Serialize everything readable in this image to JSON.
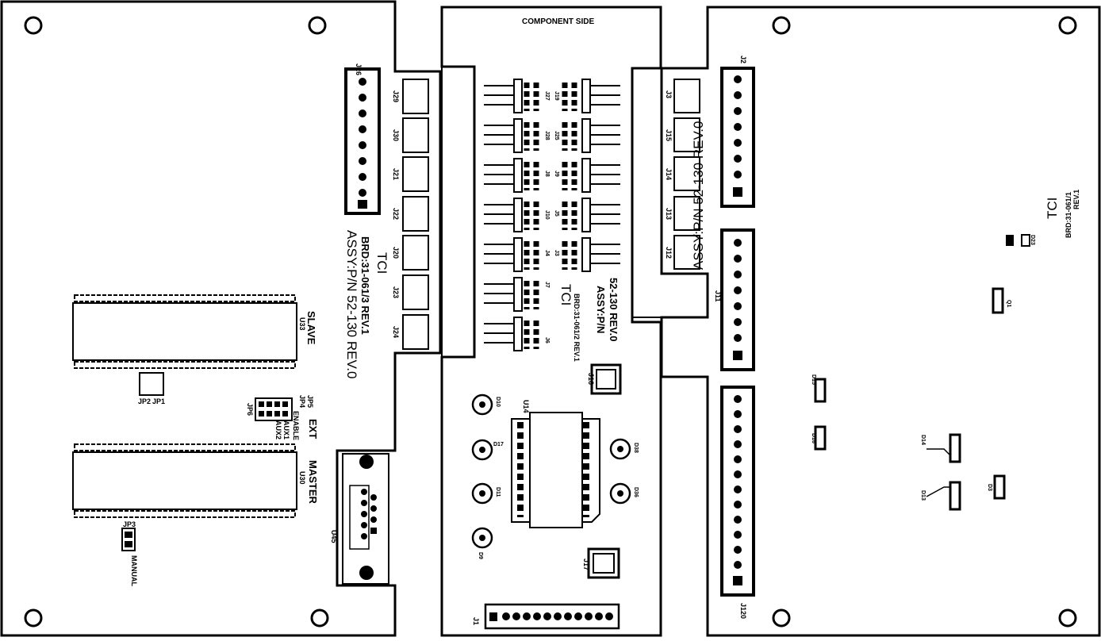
{
  "colors": {
    "ink": "#000000",
    "paper": "#ffffff"
  },
  "center_board": {
    "title": "COMPONENT SIDE",
    "tci": "TCI",
    "brd": "BRD:31-061/2 REV.1",
    "assy": "ASSY:P/N",
    "rev": "52-130 REV.0",
    "u14": "U14",
    "j1": "J1",
    "j16": "J16",
    "j17": "J17",
    "diodes": [
      "D10",
      "D17",
      "D11",
      "D9",
      "D38",
      "D36"
    ],
    "left_headers": [
      "J27",
      "J28",
      "J8",
      "J10",
      "J4",
      "J7",
      "J6"
    ],
    "right_headers": [
      "J19",
      "J25",
      "J9",
      "J5",
      "J3"
    ]
  },
  "left_board": {
    "tci": "TCI",
    "brd": "BRD:31-061/3 REV.1",
    "assy": "ASSY:P/N 52-130 REV.0",
    "slave": "SLAVE",
    "u33": "U33",
    "master": "MASTER",
    "u30": "U30",
    "u45": "U45",
    "j26": "J26",
    "headers": [
      "J29",
      "J30",
      "J21",
      "J22",
      "J20",
      "J23",
      "J24"
    ],
    "jp2": "JP2",
    "jp1": "JP1",
    "jp3": "JP3",
    "manual": "MANUAL",
    "ext": "EXT",
    "enable": "ENABLE",
    "aux1": "AUX1",
    "aux2": "AUX2",
    "jp4": "JP4",
    "jp5": "JP5",
    "jp6": "JP6"
  },
  "right_board": {
    "tci": "TCI",
    "brd": "BRD:31-061/1",
    "rev": "REV.1",
    "assy": "ASSY:P/N 52-130 REV.0",
    "j2": "J2",
    "j11": "J11",
    "j120": "J120",
    "headers": [
      "J3",
      "J15",
      "J14",
      "J13",
      "J12"
    ],
    "parts": [
      "D15",
      "D16",
      "D14",
      "D13",
      "D3",
      "D23",
      "Q1"
    ]
  }
}
